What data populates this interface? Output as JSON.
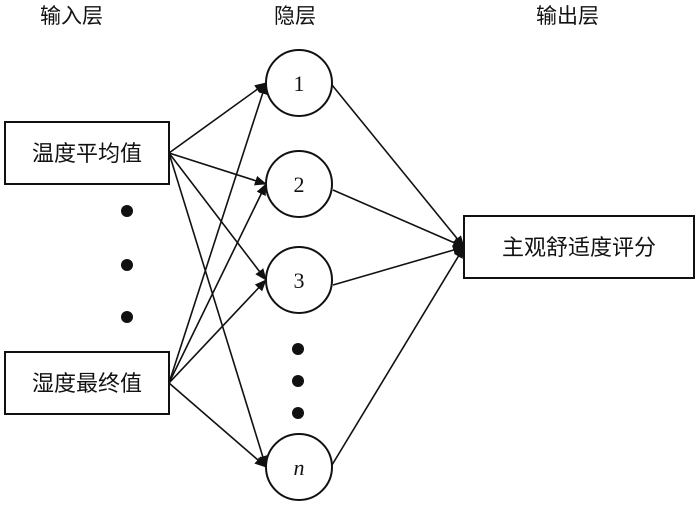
{
  "layers": {
    "input_label": "输入层",
    "hidden_label": "隐层",
    "output_label": "输出层"
  },
  "inputs": [
    {
      "label": "温度平均值"
    },
    {
      "label": "湿度最终值"
    }
  ],
  "hidden_nodes": [
    {
      "label": "1",
      "italic": false
    },
    {
      "label": "2",
      "italic": false
    },
    {
      "label": "3",
      "italic": false
    },
    {
      "label": "n",
      "italic": true
    }
  ],
  "output": {
    "label": "主观舒适度评分"
  }
}
